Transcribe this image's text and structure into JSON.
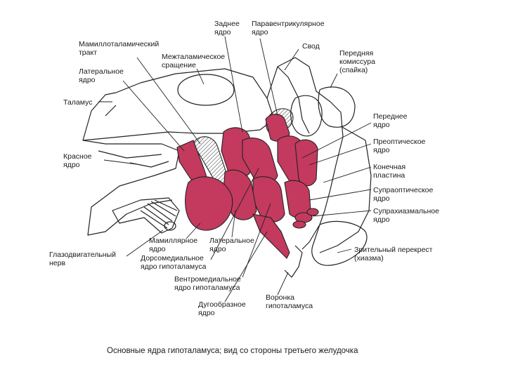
{
  "labels": {
    "posterior_nucleus": "Заднее\nядро",
    "paraventricular_nucleus": "Паравентрикулярное\nядро",
    "mamillothalamic_tract": "Мамиллоталамический\nтракт",
    "interthalamic_adhesion": "Межталамическое\nсращение",
    "fornix": "Свод",
    "anterior_commissure": "Передняя\nкомиссура\n(спайка)",
    "lateral_nucleus_top": "Латеральное\nядро",
    "thalamus": "Таламус",
    "anterior_nucleus": "Переднее\nядро",
    "preoptic_nucleus": "Преоптическое\nядро",
    "red_nucleus": "Красное\nядро",
    "lamina_terminalis": "Конечная\nпластина",
    "supraoptic_nucleus": "Супраоптическое\nядро",
    "suprachiasmatic_nucleus": "Супрахиазмальное\nядро",
    "mamillary_nucleus": "Мамиллярное\nядро",
    "lateral_nucleus_bottom": "Латеральное\nядро",
    "oculomotor_nerve": "Глазодвигательный\nнерв",
    "dorsomedial_nucleus": "Дорсомедиальное\nядро гипоталамуса",
    "optic_chiasm": "Зрительный перекрест\n(хиазма)",
    "ventromedial_nucleus": "Вентромедиальное\nядро гипоталамуса",
    "infundibulum": "Воронка\nгипоталамуса",
    "arcuate_nucleus": "Дугообразное\nядро"
  },
  "caption": "Основные ядра гипоталамуса; вид со стороны третьего желудочка",
  "colors": {
    "nucleus_fill": "#c33a5e",
    "outline": "#222222",
    "background": "#ffffff"
  }
}
